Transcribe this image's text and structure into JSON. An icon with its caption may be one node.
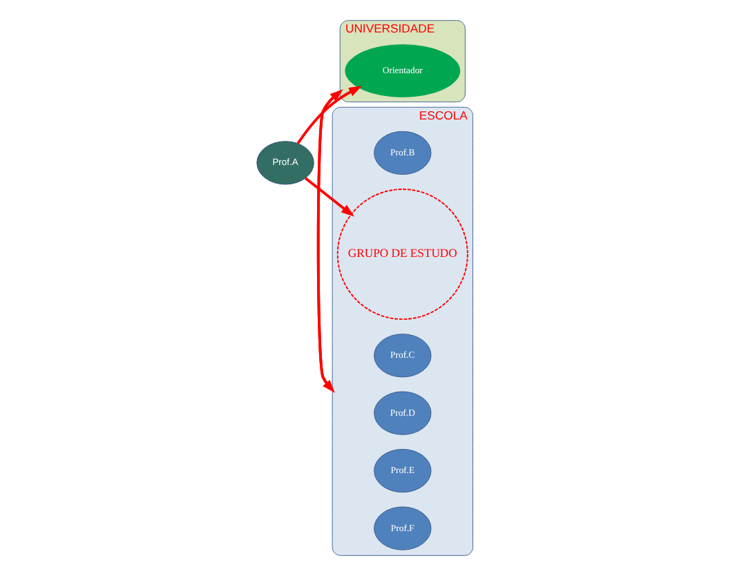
{
  "diagram": {
    "nodes": [
      {
        "text": [
          "UNIVERSIDADE"
        ]
      },
      {
        "text": [
          "Orientador"
        ],
        "in": 0
      },
      {
        "text": [
          "ESCOLA"
        ]
      },
      {
        "text": [
          "Prof.A"
        ]
      },
      {
        "text": [
          "Prof.B"
        ],
        "in": 2
      },
      {
        "text": [
          "GRUPO DE ESTUDO"
        ],
        "in": 2
      },
      {
        "text": [
          "Prof.C"
        ],
        "in": 2
      },
      {
        "text": [
          "Prof.D"
        ],
        "in": 2
      },
      {
        "text": [
          "Prof.E"
        ],
        "in": 2
      },
      {
        "text": [
          "Prof.F"
        ],
        "in": 2
      }
    ],
    "edges": [
      {
        "from": 0,
        "to": 2,
        "arrow": "to"
      },
      {
        "from": 2,
        "to": 0,
        "arrow": "to"
      },
      {
        "from": 3,
        "to": 5,
        "arrow": "to"
      },
      {
        "from": 3,
        "to": 1,
        "arrow": "to"
      }
    ]
  }
}
